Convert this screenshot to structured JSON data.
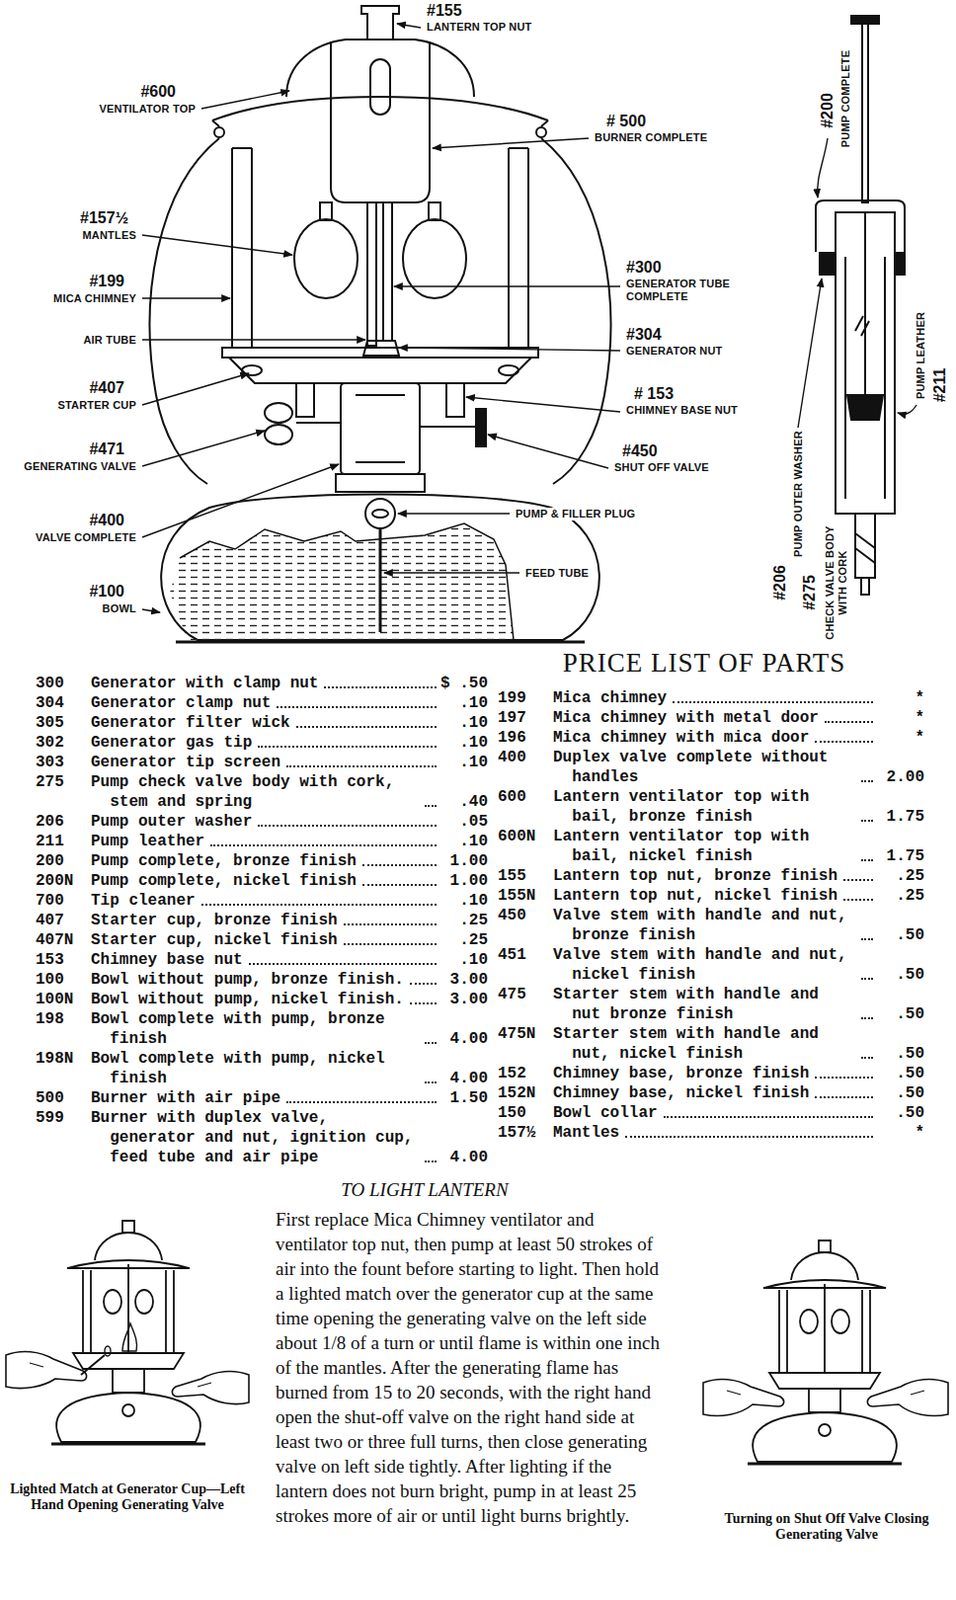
{
  "diagram": {
    "title": "PRICE LIST OF PARTS",
    "labels": [
      "#155",
      "LANTERN TOP NUT",
      "#600",
      "VENTILATOR TOP",
      "# 500",
      "BURNER COMPLETE",
      "#157½",
      "MANTLES",
      "#199",
      "MICA CHIMNEY",
      "AIR TUBE",
      "#300",
      "GENERATOR TUBE COMPLETE",
      "#304",
      "GENERATOR NUT",
      "#407",
      "STARTER CUP",
      "# 153",
      "CHIMNEY BASE NUT",
      "#471",
      "GENERATING VALVE",
      "#450",
      "SHUT OFF VALVE",
      "#400",
      "VALVE COMPLETE",
      "PUMP & FILLER PLUG",
      "FEED TUBE",
      "#100",
      "BOWL",
      "#200",
      "PUMP COMPLETE",
      "#206",
      "PUMP OUTER WASHER",
      "#211",
      "PUMP LEATHER",
      "#275",
      "CHECK VALVE BODY WITH CORK",
      "300",
      "Generator with clamp nut",
      "$ .50",
      "304",
      "Generator clamp nut",
      ".10",
      "305",
      "Generator filter wick",
      ".10",
      "302",
      "Generator gas tip",
      ".10",
      "303",
      "Generator tip screen",
      ".10",
      "275",
      "Pump check valve body with cork, stem and spring",
      ".40",
      "206",
      "Pump outer washer",
      ".05",
      "211",
      "Pump leather",
      ".10",
      "200",
      "Pump complete, bronze finish",
      "1.00",
      "200N",
      "Pump complete, nickel finish",
      "1.00",
      "700",
      "Tip cleaner",
      ".10",
      "407",
      "Starter cup, bronze finish",
      ".25",
      "407N",
      "Starter cup, nickel finish",
      ".25",
      "153",
      "Chimney base nut",
      ".10",
      "100",
      "Bowl without pump, bronze finish.",
      "3.00",
      "100N",
      "Bowl without pump, nickel finish.",
      "3.00",
      "198",
      "Bowl complete with pump, bronze finish",
      "4.00",
      "198N",
      "Bowl complete with pump, nickel finish",
      "4.00",
      "500",
      "Burner with air pipe",
      "1.50",
      "599",
      "Burner with duplex valve, generator and nut, ignition cup, feed tube and air pipe",
      "4.00",
      "199",
      "Mica chimney",
      "*",
      "197",
      "Mica chimney with metal door",
      "*",
      "196",
      "Mica chimney with mica door",
      "*",
      "400",
      "Duplex valve complete without handles",
      "2.00",
      "600",
      "Lantern ventilator top with bail, bronze finish",
      "1.75",
      "600N",
      "Lantern ventilator top with bail, nickel finish",
      "1.75",
      "155",
      "Lantern top nut, bronze finish",
      ".25",
      "155N",
      "Lantern top nut, nickel finish",
      ".25",
      "450",
      "Valve stem with handle and nut, bronze finish",
      ".50",
      "451",
      "Valve stem with handle and nut, nickel finish",
      ".50",
      "475",
      "Starter stem with handle and nut bronze finish",
      ".50",
      "475N",
      "Starter stem with handle and nut, nickel finish",
      ".50",
      "152",
      "Chimney base, bronze finish",
      ".50",
      "152N",
      "Chimney base, nickel finish",
      ".50",
      "150",
      "Bowl collar",
      ".50",
      "157½",
      "Mantles",
      "*",
      "TO LIGHT LANTERN",
      "First replace Mica Chimney ventilator and ventilator top nut, then pump at least 50 strokes of air into the fount before starting to light. Then hold a lighted match over the generator cup at the same time opening the generating valve on the left side about 1/8 of a turn or until flame is within one inch of the mantles. After the generating flame has burned from 15 to 20 seconds, with the right hand open the shut-off valve on the right hand side at least two or three full turns, then close generating valve on left side tightly. After lighting if the lantern does not burn bright, pump in at least 25 strokes more of air or until light burns brightly.",
      "Lighted Match at Generator Cup—Left Hand Opening Generating Valve",
      "Turning on Shut Off Valve Closing Generating Valve"
    ]
  }
}
